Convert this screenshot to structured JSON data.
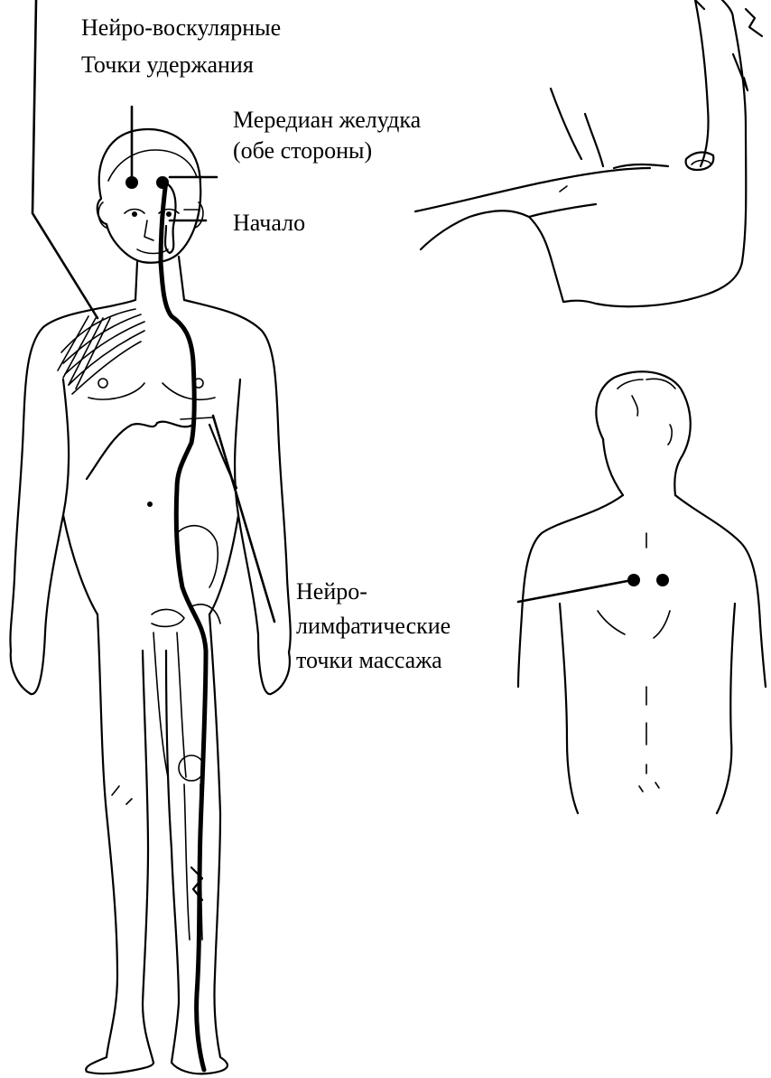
{
  "labels": {
    "neurovascular_line1": "Нейро-воскулярные",
    "neurovascular_line2": "Точки удержания",
    "meridian_line1": "Мередиан желудка",
    "meridian_line2": "(обе стороны)",
    "start": "Начало",
    "neurolymph_line1": "Нейро-",
    "neurolymph_line2": "лимфатические",
    "neurolymph_line3": "точки массажа"
  }
}
